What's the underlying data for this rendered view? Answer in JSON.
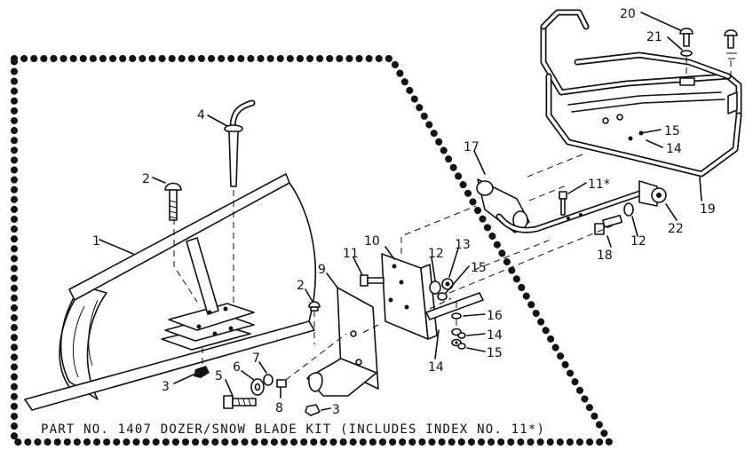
{
  "caption": "PART NO. 1407 DOZER/SNOW BLADE KIT (INCLUDES INDEX NO. 11*)",
  "callouts": [
    {
      "id": "c1",
      "text": "1"
    },
    {
      "id": "c2a",
      "text": "2"
    },
    {
      "id": "c2b",
      "text": "2"
    },
    {
      "id": "c3a",
      "text": "3"
    },
    {
      "id": "c3b",
      "text": "3"
    },
    {
      "id": "c4",
      "text": "4"
    },
    {
      "id": "c5",
      "text": "5"
    },
    {
      "id": "c6",
      "text": "6"
    },
    {
      "id": "c7",
      "text": "7"
    },
    {
      "id": "c8",
      "text": "8"
    },
    {
      "id": "c9",
      "text": "9"
    },
    {
      "id": "c10",
      "text": "10"
    },
    {
      "id": "c11a",
      "text": "11"
    },
    {
      "id": "c11b",
      "text": "11*"
    },
    {
      "id": "c12a",
      "text": "12"
    },
    {
      "id": "c12b",
      "text": "12"
    },
    {
      "id": "c13",
      "text": "13"
    },
    {
      "id": "c14a",
      "text": "14"
    },
    {
      "id": "c14b",
      "text": "14"
    },
    {
      "id": "c14c",
      "text": "14"
    },
    {
      "id": "c15a",
      "text": "15"
    },
    {
      "id": "c15b",
      "text": "15"
    },
    {
      "id": "c15c",
      "text": "15"
    },
    {
      "id": "c16",
      "text": "16"
    },
    {
      "id": "c17",
      "text": "17"
    },
    {
      "id": "c18",
      "text": "18"
    },
    {
      "id": "c19",
      "text": "19"
    },
    {
      "id": "c20",
      "text": "20"
    },
    {
      "id": "c21",
      "text": "21"
    },
    {
      "id": "c22",
      "text": "22"
    }
  ]
}
